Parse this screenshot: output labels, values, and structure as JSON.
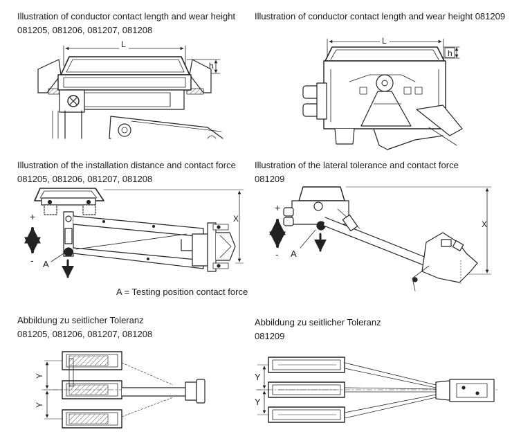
{
  "captions": {
    "tl": {
      "line1": "Illustration of conductor contact length and wear height",
      "line2": "081205, 081206, 081207, 081208"
    },
    "tr": {
      "line1": "Illustration of conductor contact length and wear height 081209"
    },
    "ml": {
      "line1": "Illustration of the installation distance and contact force",
      "line2": "081205, 081206, 081207, 081208"
    },
    "mr": {
      "line1": "Illustration of the lateral tolerance and contact force",
      "line2": "081209"
    },
    "bl": {
      "line1": "Abbildung zu seitlicher Toleranz",
      "line2": "081205, 081206, 081207, 081208"
    },
    "br": {
      "line1": "Abbildung zu seitlicher Toleranz",
      "line2": "081209"
    }
  },
  "labels": {
    "length": "L",
    "height": "h",
    "distance": "X",
    "plus": "+",
    "minus": "-",
    "point_a": "A",
    "tolerance": "Y"
  },
  "note_testing": "A = Testing position contact force"
}
